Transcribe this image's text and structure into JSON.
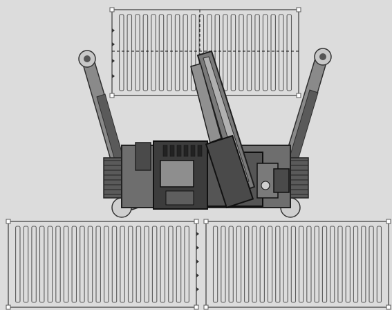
{
  "diagram": {
    "kind": "top-view mechanical drawing",
    "colors": {
      "background": "#dcdcdc",
      "container_line": "#5a5a5a",
      "machine_dark": "#3c3c3c",
      "machine_mid": "#6e6e6e",
      "machine_light": "#a8a8a8",
      "centerline": "#111111"
    },
    "containers": [
      {
        "id": "container-top",
        "slat_count": 22,
        "centerlines": true
      },
      {
        "id": "container-bottom-left",
        "slat_count": 22,
        "centerlines": false
      },
      {
        "id": "container-bottom-right",
        "slat_count": 22,
        "centerlines": false
      }
    ],
    "machine": {
      "parts": [
        "chassis",
        "boom",
        "left-outrigger",
        "right-outrigger",
        "left-track",
        "right-track",
        "engine-block"
      ]
    }
  }
}
